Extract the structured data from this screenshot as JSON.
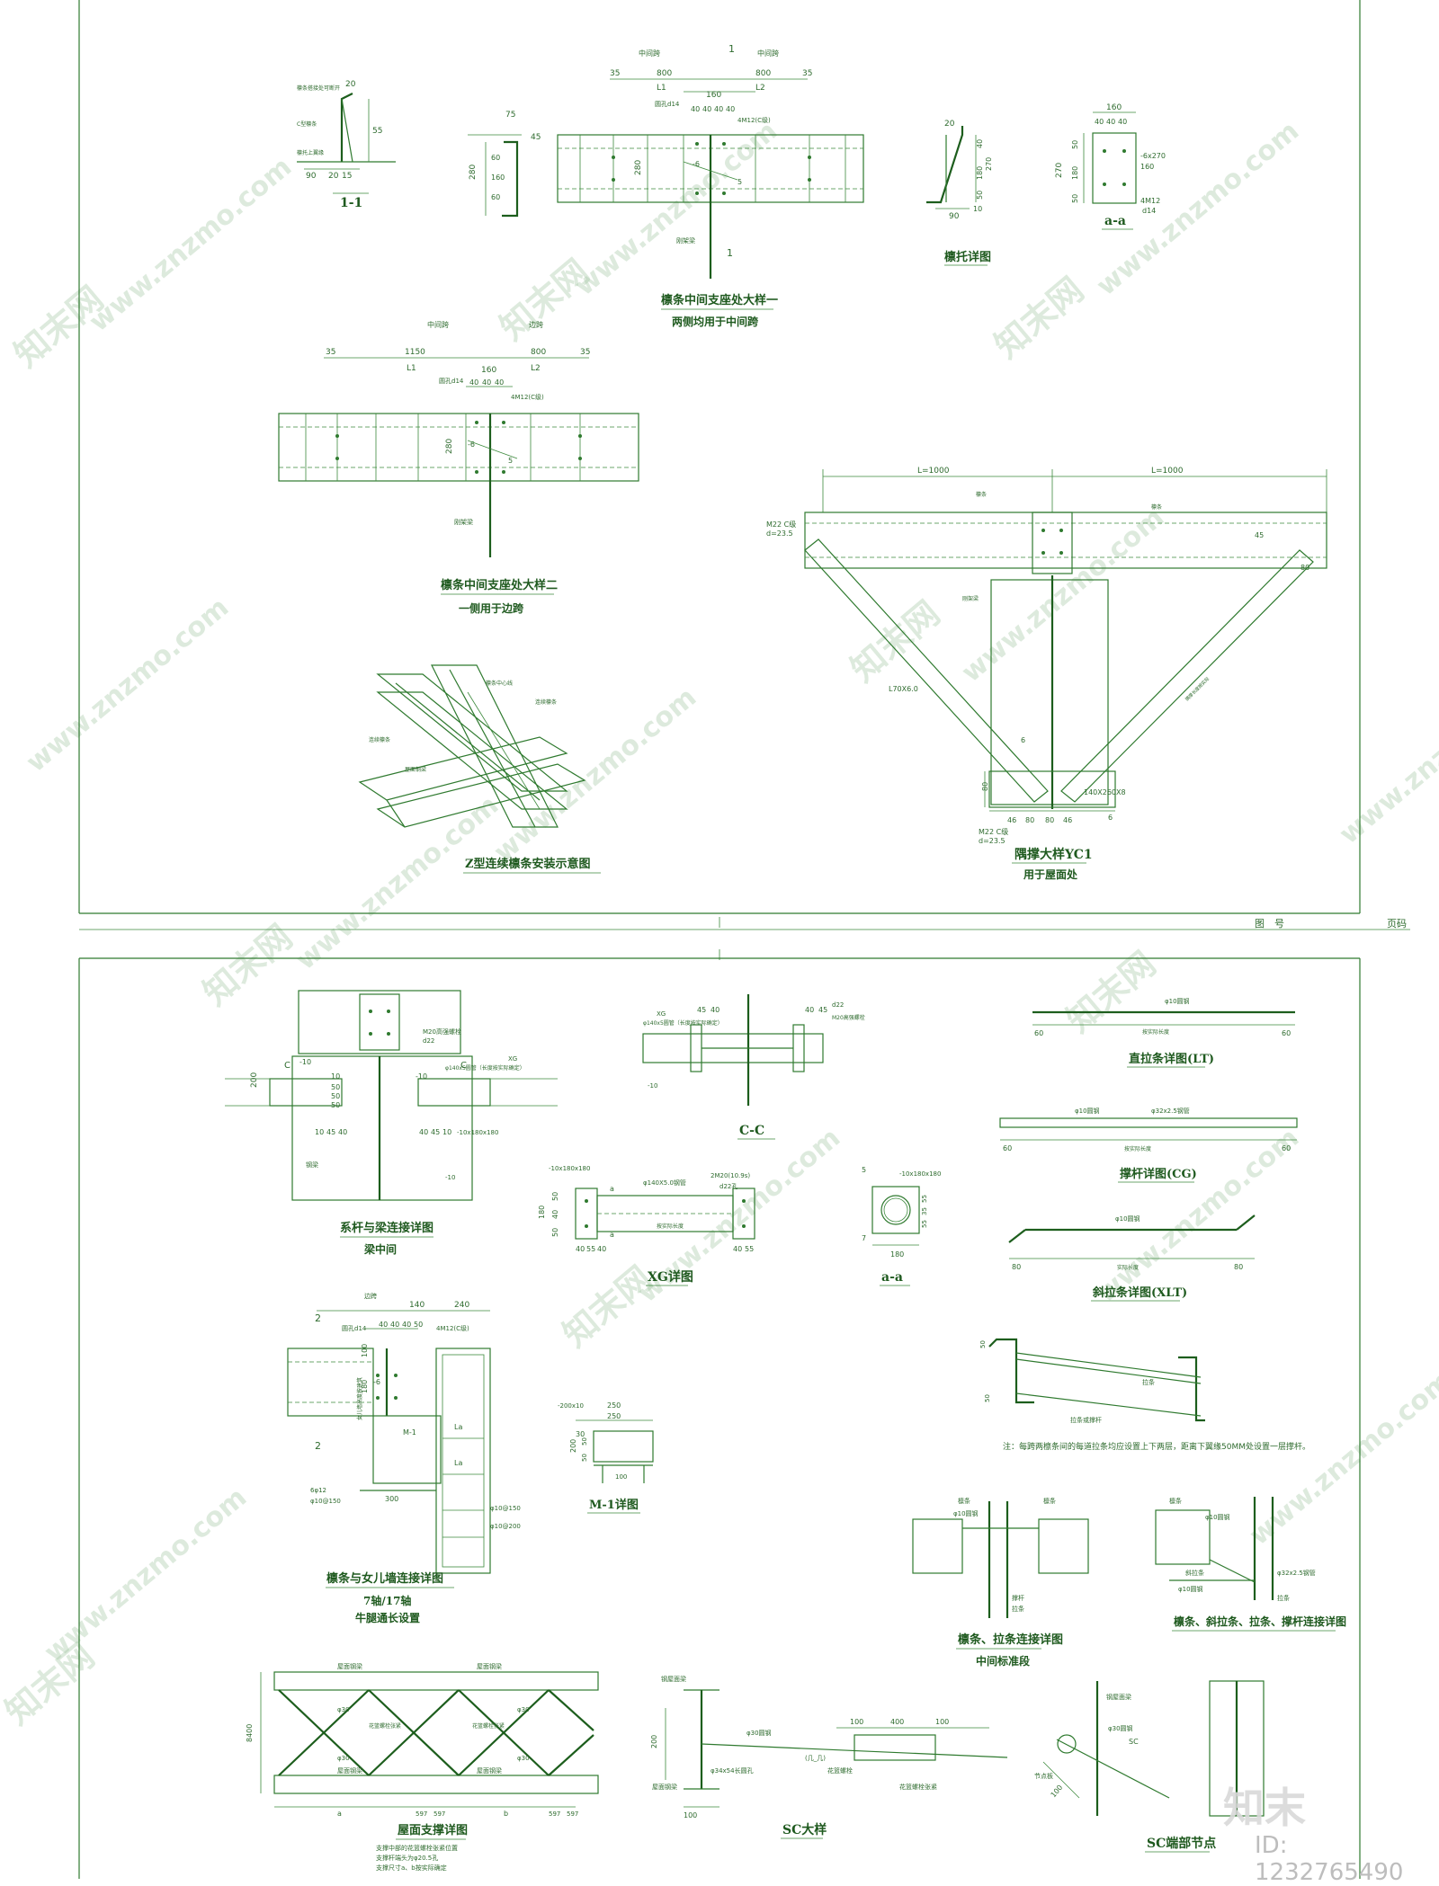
{
  "watermark": {
    "site": "www.znzmo.com",
    "logo": "知末网"
  },
  "brand": {
    "logo": "知末",
    "id": "ID: 1232765490"
  },
  "footer": {
    "left": "图　号",
    "right": "页码"
  },
  "top": {
    "s11": {
      "title": "1-1",
      "dims": [
        "20",
        "55",
        "90",
        "20",
        "15"
      ],
      "notes": [
        "檩条搭接处可断开",
        "C型檩条",
        "檩托上翼缘"
      ]
    },
    "zSmall": {
      "dims": [
        "75",
        "45",
        "280",
        "60",
        "160",
        "60"
      ]
    },
    "d1": {
      "title": "檩条中间支座处大样一",
      "sub": "两侧均用于中间跨",
      "marks": [
        "中间跨",
        "中间跨",
        "1",
        "1"
      ],
      "dims": [
        "35",
        "800",
        "800",
        "35",
        "L1",
        "L2",
        "160",
        "40",
        "40",
        "40",
        "40",
        "280"
      ],
      "notes": [
        "圆孔d14",
        "4M12(C级)",
        "-6",
        "5",
        "刚架梁"
      ]
    },
    "tuo": {
      "title": "檩托详图",
      "dims": [
        "20",
        "90",
        "40",
        "180",
        "270",
        "50",
        "10"
      ]
    },
    "aa": {
      "title": "a-a",
      "dims": [
        "160",
        "40",
        "40",
        "40",
        "160",
        "270",
        "180",
        "50",
        "50"
      ],
      "notes": [
        "-6x270",
        "4M12",
        "d14"
      ]
    },
    "d2": {
      "title": "檩条中间支座处大样二",
      "sub": "一侧用于边跨",
      "marks": [
        "中间跨",
        "边跨"
      ],
      "dims": [
        "35",
        "1150",
        "800",
        "35",
        "L1",
        "L2",
        "160",
        "40",
        "40",
        "40",
        "280"
      ],
      "notes": [
        "圆孔d14",
        "4M12(C级)",
        "-6",
        "5",
        "刚架梁"
      ]
    },
    "z": {
      "title": "Z型连续檩条安装示意图",
      "notes": [
        "檩条中心线",
        "连续檩条",
        "连续檩条",
        "屋面钢梁"
      ]
    },
    "yc": {
      "title": "隅撑大样YC1",
      "sub": "用于屋面处",
      "dims": [
        "L=1000",
        "L=1000",
        "80",
        "46",
        "80",
        "80",
        "46",
        "45",
        "80"
      ],
      "notes": [
        "M22 C级",
        "d=23.5",
        "M22 C级",
        "d=23.5",
        "檩条",
        "檩条",
        "刚架梁",
        "L70X6.0",
        "隅撑长度按实际",
        "6",
        "140X260X8",
        "6"
      ]
    }
  },
  "bottom": {
    "xg1": {
      "title": "系杆与梁连接详图",
      "sub": "梁中间",
      "dims": [
        "200",
        "10",
        "45",
        "40",
        "40",
        "45",
        "10",
        "10",
        "50",
        "50",
        "50"
      ],
      "notes": [
        "M20高强螺栓",
        "d22",
        "φ140x5圆管（长度按实际确定）",
        "XG",
        "C",
        "C",
        "-10",
        "-10",
        "-10x180x180",
        "钢梁",
        "-10"
      ]
    },
    "cc": {
      "title": "C-C",
      "dims": [
        "45",
        "40",
        "40",
        "45"
      ],
      "notes": [
        "XG",
        "φ140x5圆管（长度按实际确定）",
        "d22",
        "M20高强螺栓",
        "-10"
      ]
    },
    "xgd": {
      "title": "XG详图",
      "dims": [
        "180",
        "50",
        "40",
        "50",
        "40",
        "55",
        "40",
        "40",
        "55"
      ],
      "notes": [
        "-10x180x180",
        "φ140X5.0钢管",
        "2M20(10.9s)",
        "d22孔",
        "a",
        "a",
        "按实际长度"
      ]
    },
    "a2": {
      "title": "a-a",
      "dims": [
        "180",
        "55",
        "35",
        "55",
        "5",
        "7"
      ],
      "notes": [
        "-10x180x180"
      ]
    },
    "lt": {
      "title": "直拉条详图(LT)",
      "dims": [
        "60",
        "60"
      ],
      "notes": [
        "φ10圆钢",
        "按实际长度"
      ]
    },
    "cg": {
      "title": "撑杆详图(CG)",
      "dims": [
        "60",
        "60"
      ],
      "notes": [
        "φ10圆钢",
        "φ32x2.5钢管",
        "按实际长度"
      ]
    },
    "xlt": {
      "title": "斜拉条详图(XLT)",
      "dims": [
        "80",
        "80"
      ],
      "notes": [
        "φ10圆钢",
        "实际长度"
      ]
    },
    "brace": {
      "dims": [
        "50",
        "50"
      ],
      "notes": [
        "拉条",
        "拉条或撑杆"
      ]
    },
    "note": "注：每跨两檩条间的每道拉条均应设置上下两层，距离下翼缘50MM处设置一层撑杆。",
    "nw": {
      "title": "檩条与女儿墙连接详图",
      "sub1": "7轴/17轴",
      "sub2": "牛腿通长设置",
      "marks": [
        "2",
        "2"
      ],
      "dims": [
        "140",
        "240",
        "40",
        "40",
        "40",
        "50",
        "100",
        "180",
        "300"
      ],
      "notes": [
        "边跨",
        "圆孔d14",
        "4M12(C级)",
        "-6",
        "M-1",
        "La",
        "La",
        "6φ12",
        "φ10@150",
        "φ10@150",
        "φ10@200",
        "女儿墙高度按建筑"
      ]
    },
    "m1": {
      "title": "M-1详图",
      "dims": [
        "250",
        "250",
        "30",
        "200",
        "50",
        "50",
        "100"
      ],
      "notes": [
        "-200x10"
      ]
    },
    "conn1": {
      "title": "檩条、拉条连接详图",
      "sub": "中间标准段",
      "notes": [
        "檩条",
        "檩条",
        "φ10圆钢",
        "撑杆",
        "拉条"
      ]
    },
    "conn2": {
      "title": "檩条、斜拉条、拉条、撑杆连接详图",
      "notes": [
        "檩条",
        "φ10圆钢",
        "斜拉条",
        "φ10圆钢",
        "φ32x2.5钢管",
        "拉条"
      ]
    },
    "roof": {
      "title": "屋面支撑详图",
      "sub1": "支撑中部的花篮螺栓张紧位置",
      "sub2": "支撑杆端头为φ20.5孔",
      "sub3": "支撑尺寸a、b按实际确定",
      "dims": [
        "8400",
        "a",
        "597",
        "597",
        "b",
        "597",
        "597"
      ],
      "notes": [
        "屋面钢梁",
        "屋面钢梁",
        "屋面钢梁",
        "屋面钢梁",
        "φ30",
        "φ30",
        "φ30",
        "φ30",
        "花篮螺栓张紧",
        "花篮螺栓张紧"
      ]
    },
    "sc": {
      "title": "SC大样",
      "dims": [
        "200",
        "100",
        "400",
        "100",
        "100"
      ],
      "notes": [
        "钢屋面梁",
        "屋面钢梁",
        "φ30圆钢",
        "φ34x54长圆孔",
        "花篮螺栓",
        "(几_几)",
        "花篮螺栓张紧"
      ]
    },
    "sce": {
      "title": "SC端部节点",
      "dims": [
        "100"
      ],
      "notes": [
        "钢屋面梁",
        "φ30圆钢",
        "SC",
        "节点板"
      ]
    }
  }
}
